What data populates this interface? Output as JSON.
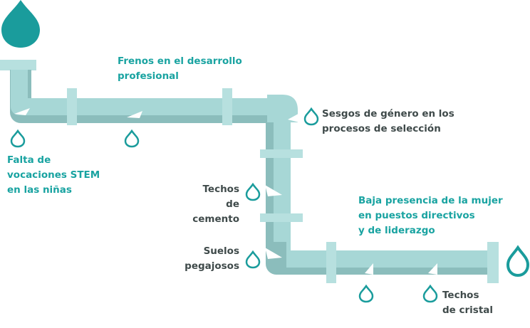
{
  "colors": {
    "pipe_light": "#a7d7d6",
    "pipe_dark": "#8bbdbc",
    "flange": "#b7e0df",
    "drop_teal": "#1a9c9c",
    "label_teal": "#19a3a1",
    "label_gray": "#3f4a4a"
  },
  "labels": {
    "falta_vocaciones": "Falta de\nvocaciones STEM\nen las niñas",
    "frenos_desarrollo": "Frenos en el desarrollo\nprofesional",
    "sesgos_genero": "Sesgos de género en los\nprocesos de selección",
    "techos_cemento": "Techos\nde cemento",
    "baja_presencia": "Baja presencia de la mujer\nen puestos directivos\ny de liderazgo",
    "suelos_pegajosos": "Suelos\npegajosos",
    "techos_cristal": "Techos\nde cristal"
  },
  "icons": {
    "big_drop_top": "water-drop-icon",
    "big_drop_outlet": "water-drop-outline-icon",
    "leak_drops": "water-drop-outline-icon"
  }
}
